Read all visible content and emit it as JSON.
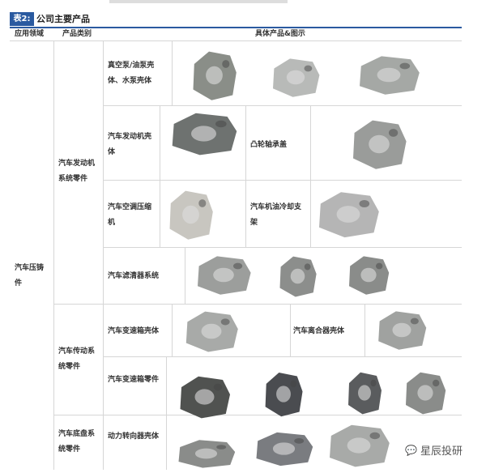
{
  "table": {
    "number_label": "表2:",
    "title": "公司主要产品",
    "accent_color": "#2a5aa0",
    "headers": [
      "应用领域",
      "产品类别",
      "具体产品&图示"
    ],
    "domain": "汽车压铸件",
    "categories": [
      "汽车发动机系统零件",
      "汽车传动系统零件",
      "汽车底盘系统零件"
    ],
    "products": [
      "真空泵/油泵壳体、水泵壳体",
      "汽车发动机壳体",
      "凸轮轴承盖",
      "汽车空调压缩机",
      "汽车机油冷却支架",
      "汽车滤清器系统",
      "汽车变速箱壳体",
      "汽车离合器壳体",
      "汽车变速箱零件",
      "动力转向器壳体"
    ]
  },
  "watermark": {
    "icon": "wechat-icon",
    "text": "星辰投研"
  }
}
